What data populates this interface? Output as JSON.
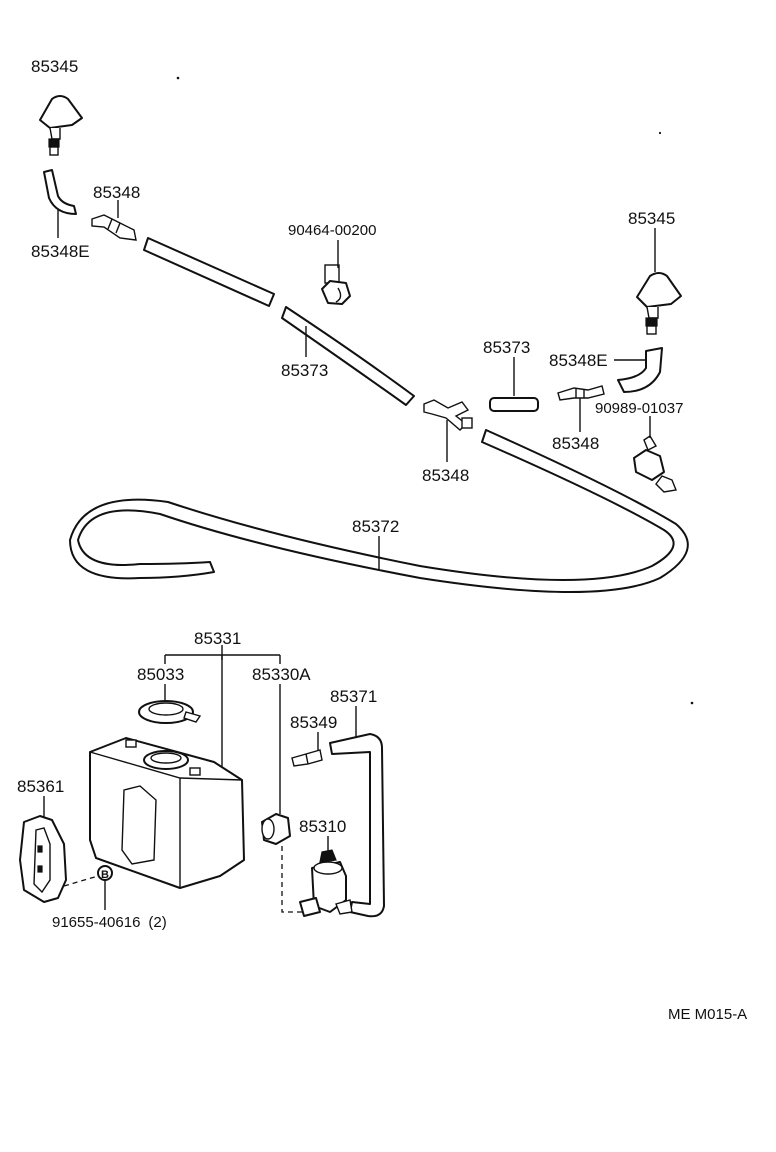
{
  "labels": {
    "nozzle_left": "85345",
    "nozzle_right": "85345",
    "connector_left": "85348",
    "elbow_left": "85348E",
    "clamp_top": "90464-00200",
    "hose_left": "85373",
    "hose_short": "85373",
    "elbow_right": "85348E",
    "clip_right": "90989-01037",
    "connector_right": "85348",
    "tee_joint": "85348",
    "hose_main": "85372",
    "tank_assy": "85331",
    "cap": "85033",
    "grommet": "85330A",
    "hose_pump": "85371",
    "connector_pump": "85349",
    "bracket": "85361",
    "motor_pump": "85310",
    "bolt": "91655-40616",
    "bolt_qty": "(2)",
    "bolt_symbol": "B",
    "diagram_code": "ME M015-A"
  }
}
